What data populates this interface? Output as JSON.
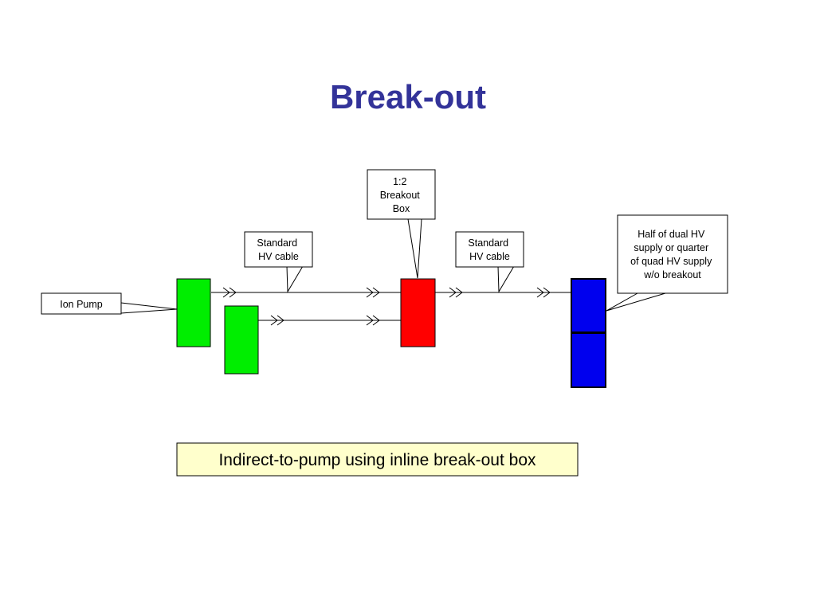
{
  "title": "Break-out",
  "colors": {
    "title": "#333399",
    "hv_supply_connector": "#00ee00",
    "breakout_box": "#ff0000",
    "hv_supply": "#0000ee",
    "caption_bg": "#ffffcc"
  },
  "labels": {
    "ion_pump": "Ion Pump",
    "cable_left": [
      "Standard",
      "HV cable"
    ],
    "breakout_box": [
      "1:2",
      "Breakout",
      "Box"
    ],
    "cable_right": [
      "Standard",
      "HV cable"
    ],
    "hv_supply": [
      "Half of dual HV",
      "supply or quarter",
      "of quad HV supply",
      "w/o breakout"
    ]
  },
  "caption": "Indirect-to-pump using inline break-out box"
}
